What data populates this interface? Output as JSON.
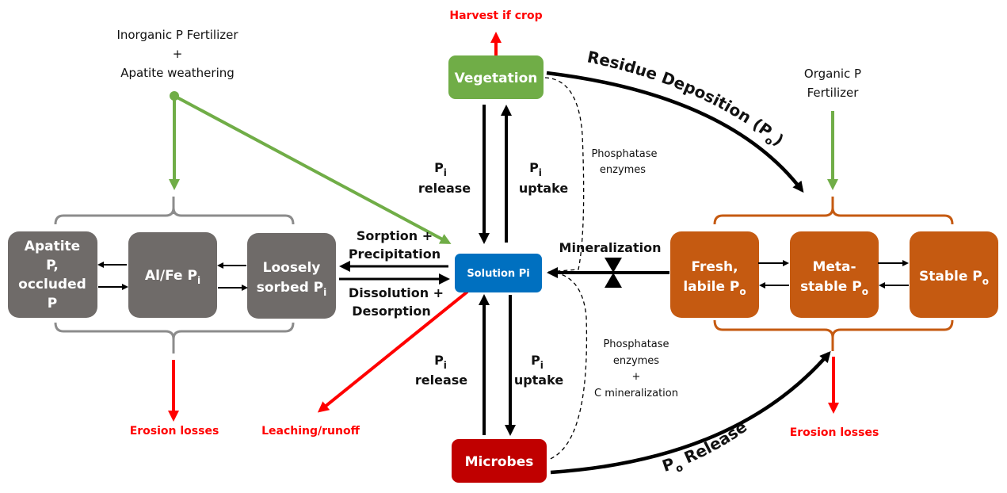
{
  "colors": {
    "green": "#70ad47",
    "gray_box": "#6f6b69",
    "gray_bracket": "#8c8c8c",
    "orange": "#c55a11",
    "blue": "#0070c0",
    "dark_red": "#c00000",
    "red": "#ff0000",
    "black": "#000000"
  },
  "inputs": {
    "inorganic_line1": "Inorganic P Fertilizer",
    "inorganic_plus": "+",
    "inorganic_line2": "Apatite weathering",
    "organic_line1": "Organic P",
    "organic_line2": "Fertilizer"
  },
  "losses": {
    "harvest": "Harvest if crop",
    "erosion_left": "Erosion losses",
    "leaching": "Leaching/runoff",
    "erosion_right": "Erosion losses"
  },
  "nodes": {
    "vegetation": "Vegetation",
    "solution": "Solution Pi",
    "microbes": "Microbes",
    "apatite": [
      "Apatite",
      "P,",
      "occluded",
      "P"
    ],
    "alfe": {
      "main": "Al/Fe P",
      "sub": "i"
    },
    "loosely": {
      "line1": "Loosely",
      "line2": "sorbed P",
      "sub": "i"
    },
    "fresh": {
      "line1": "Fresh,",
      "line2": "labile P",
      "sub": "o"
    },
    "metastable": {
      "line1": "Meta-",
      "line2": "stable P",
      "sub": "o"
    },
    "stable": {
      "main": "Stable P",
      "sub": "o"
    }
  },
  "flows": {
    "sorption_line1": "Sorption +",
    "sorption_line2": "Precipitation",
    "dissolution_line1": "Dissolution +",
    "dissolution_line2": "Desorption",
    "mineralization": "Mineralization",
    "veg_release_p": "P",
    "veg_release_sub": "i",
    "veg_release_word": "release",
    "veg_uptake_p": "P",
    "veg_uptake_sub": "i",
    "veg_uptake_word": "uptake",
    "mic_release_p": "P",
    "mic_release_sub": "i",
    "mic_release_word": "release",
    "mic_uptake_p": "P",
    "mic_uptake_sub": "i",
    "mic_uptake_word": "uptake",
    "phosphatase_top_1": "Phosphatase",
    "phosphatase_top_2": "enzymes",
    "phosphatase_bot_1": "Phosphatase",
    "phosphatase_bot_2": "enzymes",
    "phosphatase_bot_3": "+",
    "phosphatase_bot_4": "C mineralization",
    "residue_deposition": "Residue Deposition (P",
    "residue_sub": "o",
    "residue_close": ")",
    "po_release_p": "P",
    "po_release_sub": "o",
    "po_release_word": " Release"
  }
}
